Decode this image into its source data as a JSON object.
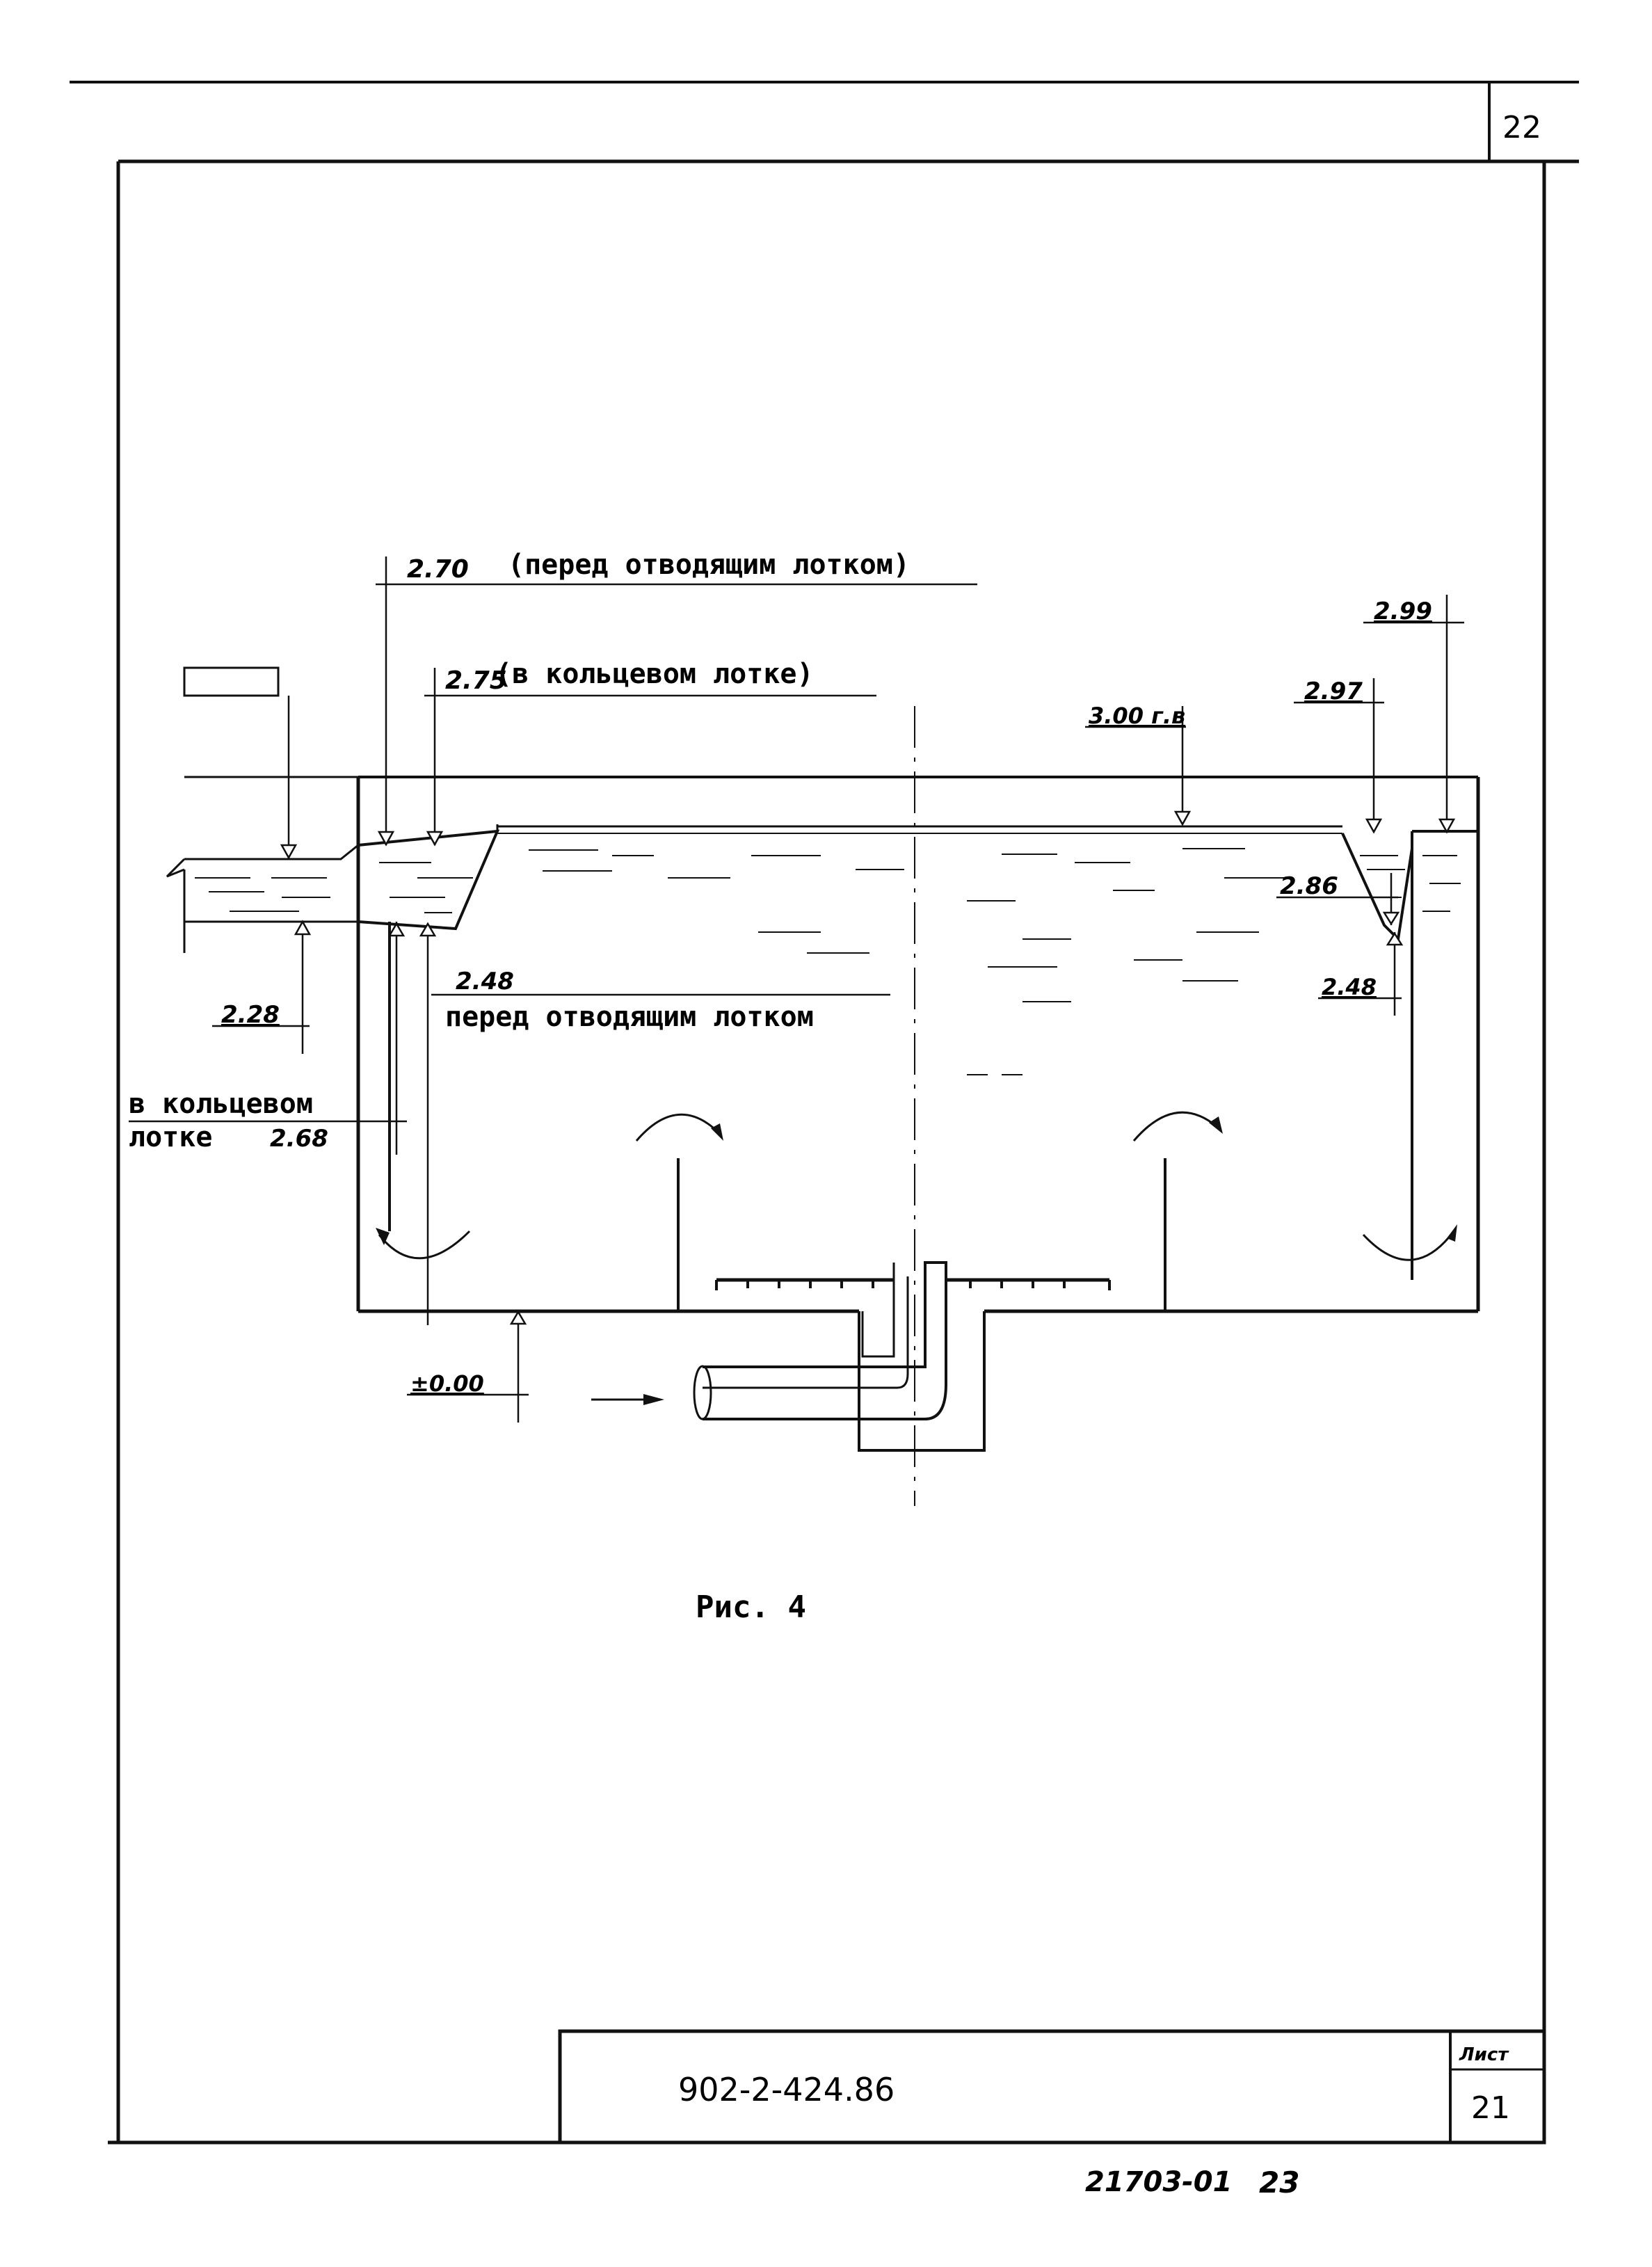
{
  "page": {
    "sheet_corner_number": "22",
    "figure_caption": "Рис. 4"
  },
  "labels": {
    "level_270": "2.70",
    "note_270": "(перед отводящим лотком)",
    "level_275": "2.75",
    "note_275": "(в кольцевом лотке)",
    "level_299": "2.99",
    "level_297": "2.97",
    "level_300": "3.00 г.в",
    "level_286": "2.86",
    "level_248_left": "2.48",
    "note_248_left": "перед отводящим лотком",
    "level_248_right": "2.48",
    "level_228": "2.28",
    "note_268_line1": "в кольцевом",
    "note_268_line2": "лотке",
    "level_268": "2.68",
    "level_000": "±0.00"
  },
  "title_block": {
    "doc_code": "902-2-424.86",
    "sheet_label": "Лист",
    "sheet_number": "21"
  },
  "footer": {
    "inventory": "21703-01",
    "page": "23"
  }
}
